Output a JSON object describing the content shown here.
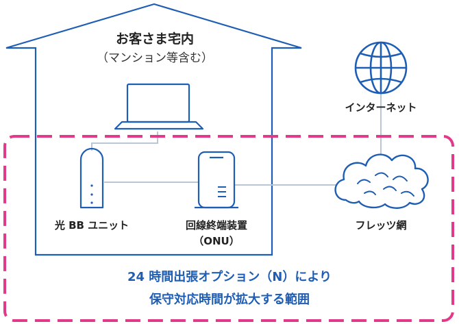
{
  "house": {
    "title": "お客さま宅内",
    "subtitle": "（マンション等含む）"
  },
  "internet": {
    "label": "インターネット"
  },
  "devices": {
    "optical_bb_unit": "光 BB ユニット",
    "onu_line1": "回線終端装置",
    "onu_line2": "（ONU）",
    "flets_net": "フレッツ網"
  },
  "caption": {
    "line1": "24 時間出張オプション（N）により",
    "line2": "保守対応時間が拡大する範囲"
  },
  "colors": {
    "outline_blue": "#1e5db4",
    "connector_gray": "#b8c6d6",
    "range_pink": "#e23a8a",
    "caption_blue": "#1e5db4"
  },
  "icons": {
    "laptop": "laptop-icon",
    "router": "router-icon",
    "onu": "onu-device-icon",
    "globe": "globe-icon",
    "cloud": "cloud-icon"
  }
}
